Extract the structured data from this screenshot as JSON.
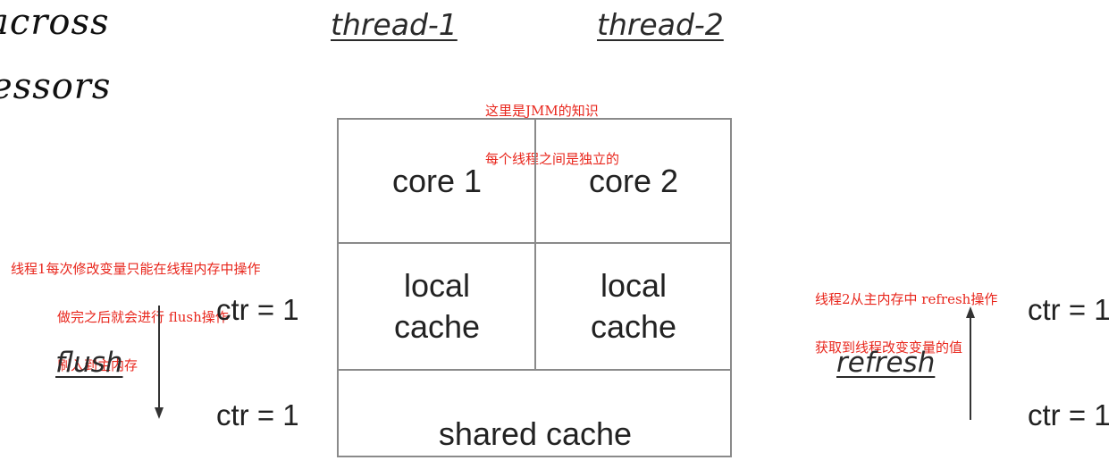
{
  "side_text": {
    "line1": "across",
    "line2": "essors"
  },
  "threads": {
    "thread1": "thread-1",
    "thread2": "thread-2"
  },
  "notes": {
    "jmm": [
      "这里是JMM的知识",
      "每个线程之间是独立的"
    ],
    "thread1": [
      "线程1每次修改变量只能在线程内存中操作",
      "做完之后就会进行 flush操作",
      "刷入到主内存"
    ],
    "thread2": [
      "线程2从主内存中 refresh操作",
      "获取到线程改变变量的值"
    ]
  },
  "grid": {
    "core1": "core 1",
    "core2": "core 2",
    "cache1_line1": "local",
    "cache1_line2": "cache",
    "cache2_line1": "local",
    "cache2_line2": "cache",
    "shared": "shared cache"
  },
  "left": {
    "ctr_top": "ctr = 1",
    "ctr_bottom": "ctr = 1",
    "arrow_label": "flush",
    "arrow_direction": "down"
  },
  "right": {
    "ctr_top": "ctr = 1",
    "ctr_bottom": "ctr = 1",
    "arrow_label": "refresh",
    "arrow_direction": "up"
  },
  "colors": {
    "note": "#e8261c",
    "grid_border": "#8a8a8a",
    "text": "#222222"
  }
}
